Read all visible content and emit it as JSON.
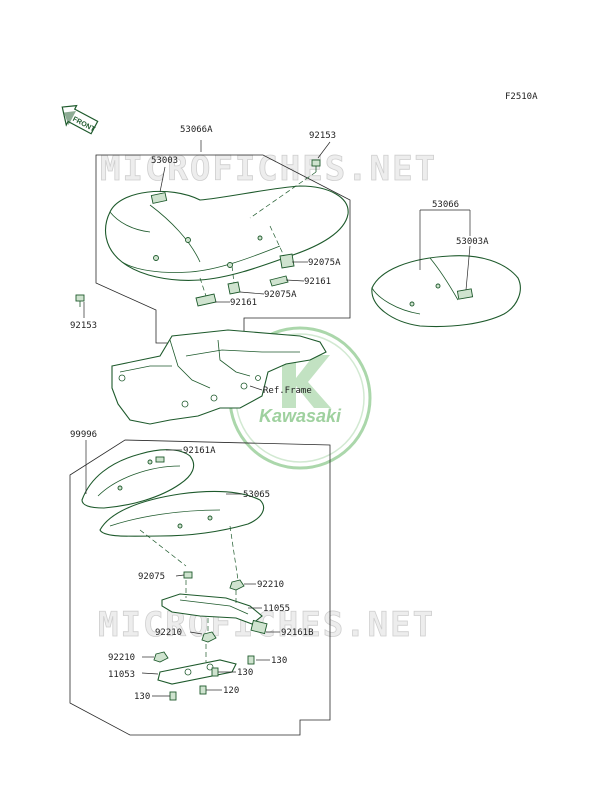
{
  "figure_code": "F2510A",
  "front_label": "FRONT",
  "watermark": "MICROFICHES.NET",
  "logo_text": "Kawasaki",
  "colors": {
    "parts": "#1e5a2c",
    "logo": "#8fc98f",
    "watermark": "#cfcfcf",
    "text": "#222222"
  },
  "callouts": {
    "p53066A": "53066A",
    "p92153_top": "92153",
    "p53003": "53003",
    "p92075A_1": "92075A",
    "p92161_1": "92161",
    "p92075A_2": "92075A",
    "p92161_2": "92161",
    "p92153_left": "92153",
    "p53066": "53066",
    "p53003A": "53003A",
    "ref_frame": "Ref.Frame",
    "p99996": "99996",
    "p92161A": "92161A",
    "p53065": "53065",
    "p92075": "92075",
    "p92210_1": "92210",
    "p11055": "11055",
    "p92210_2": "92210",
    "p92161B": "92161B",
    "p92210_3": "92210",
    "p130_1": "130",
    "p11053": "11053",
    "p130_2": "130",
    "p130_3": "130",
    "p120": "120"
  }
}
